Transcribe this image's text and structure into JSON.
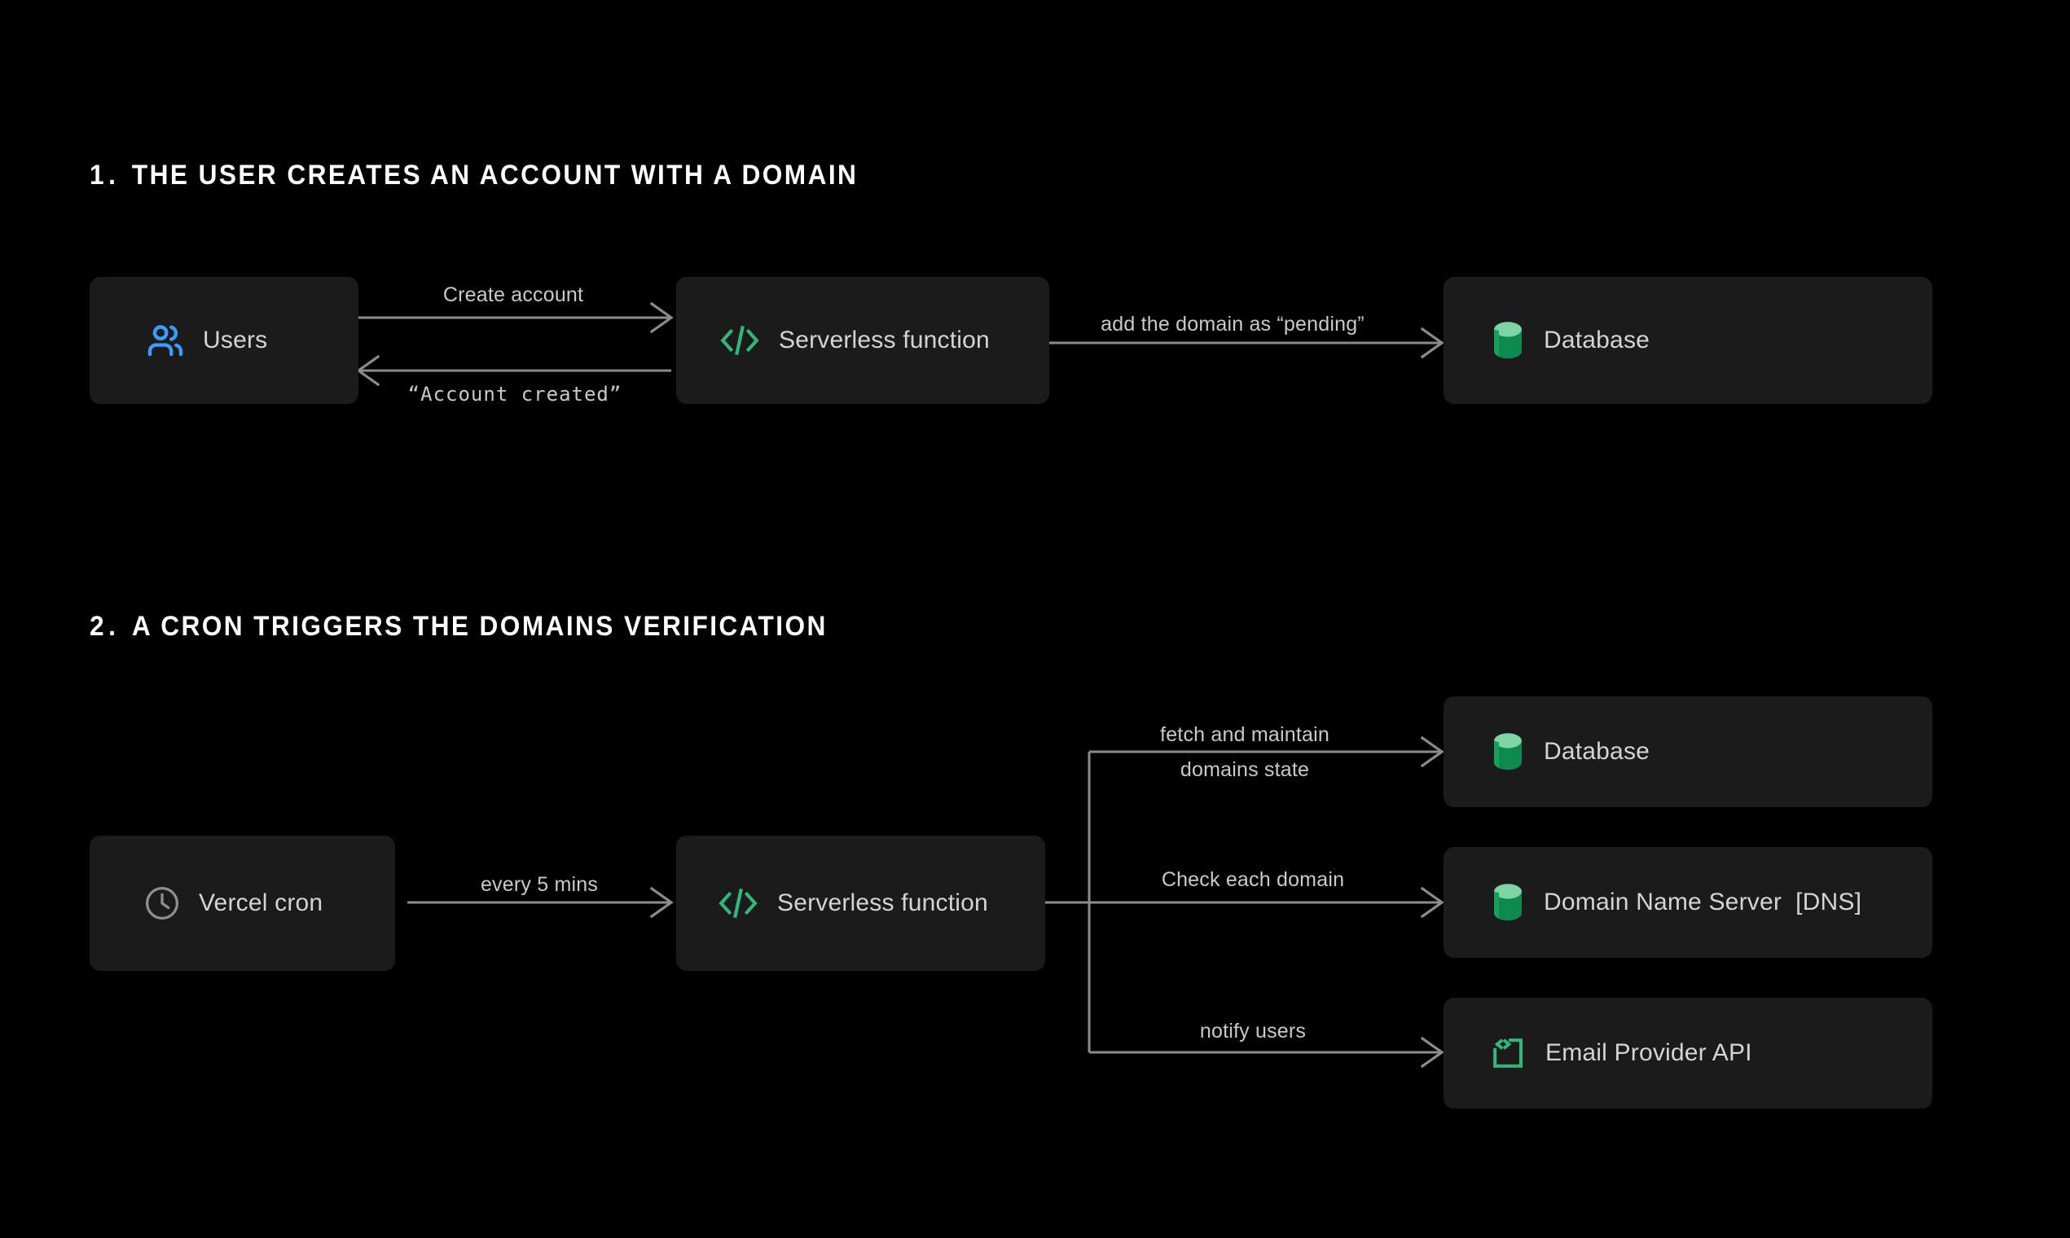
{
  "page": {
    "background": "#000000",
    "box_color": "#1b1b1b",
    "line_color": "#8c8c8c",
    "text_color": "#d4d4d4",
    "accent_blue": "#3b9dfb",
    "accent_green": "#2eb87c",
    "db_green_top": "#7ed4a5",
    "db_green_body": "#0f8a4e"
  },
  "sections": [
    {
      "index": "1.",
      "title": "THE USER CREATES AN ACCOUNT WITH A DOMAIN",
      "nodes": [
        {
          "id": "users",
          "label": "Users",
          "icon": "users-icon"
        },
        {
          "id": "serverless",
          "label": "Serverless function",
          "icon": "code-icon"
        },
        {
          "id": "database",
          "label": "Database",
          "icon": "database-icon"
        }
      ],
      "edges": [
        {
          "id": "create-account",
          "label": "Create account",
          "dir": "right"
        },
        {
          "id": "account-created",
          "label": "“Account created”",
          "dir": "left",
          "mono": true
        },
        {
          "id": "add-domain",
          "label": "add the domain as “pending”",
          "dir": "right"
        }
      ]
    },
    {
      "index": "2.",
      "title": "A CRON TRIGGERS THE DOMAINS VERIFICATION",
      "nodes": [
        {
          "id": "vercel-cron",
          "label": "Vercel cron",
          "icon": "clock-icon"
        },
        {
          "id": "serverless",
          "label": "Serverless function",
          "icon": "code-icon"
        },
        {
          "id": "database",
          "label": "Database",
          "icon": "database-icon"
        },
        {
          "id": "dns",
          "label": "Domain Name Server  [DNS]",
          "icon": "database-icon"
        },
        {
          "id": "email-api",
          "label": "Email Provider API",
          "icon": "api-bracket-icon"
        }
      ],
      "edges": [
        {
          "id": "every-5-mins",
          "label": "every 5 mins",
          "dir": "right"
        },
        {
          "id": "fetch-maintain",
          "label_line1": "fetch and maintain",
          "label_line2": "domains state",
          "dir": "right"
        },
        {
          "id": "check-domain",
          "label": "Check each domain",
          "dir": "right"
        },
        {
          "id": "notify-users",
          "label": "notify users",
          "dir": "right"
        }
      ]
    }
  ]
}
